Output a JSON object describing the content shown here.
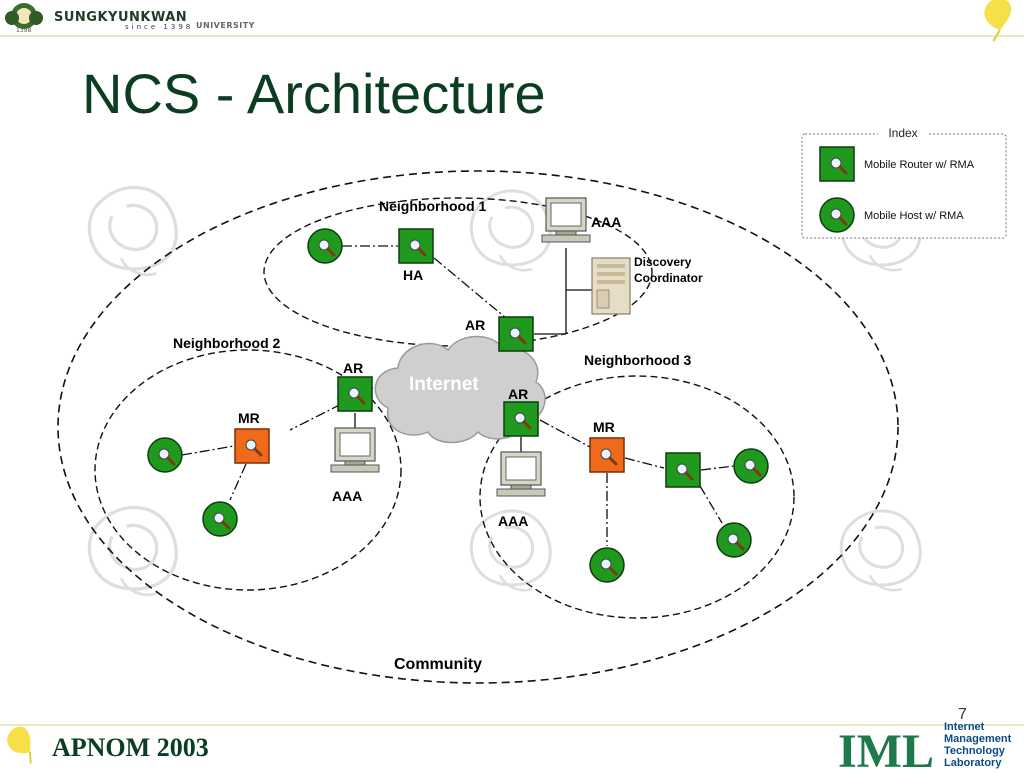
{
  "header": {
    "university_name": "SUNGKYUNKWAN",
    "since_text": "since 1398",
    "university_word": "UNIVERSITY",
    "seal_year": "1398"
  },
  "title": "NCS - Architecture",
  "index": {
    "title": "Index",
    "items": [
      {
        "icon": "mobile-router-icon",
        "label": "Mobile Router w/ RMA"
      },
      {
        "icon": "mobile-host-icon",
        "label": "Mobile Host w/ RMA"
      }
    ]
  },
  "diagram": {
    "cloud_label": "Internet",
    "community_label": "Community",
    "neighborhood_1": {
      "label": "Neighborhood 1",
      "ha_label": "HA",
      "aaa_label": "AAA",
      "discovery_label": "Discovery\nCoordinator",
      "ar_label": "AR"
    },
    "neighborhood_2": {
      "label": "Neighborhood 2",
      "ar_label": "AR",
      "mr_label": "MR",
      "aaa_label": "AAA"
    },
    "neighborhood_3": {
      "label": "Neighborhood 3",
      "ar_label": "AR",
      "mr_label": "MR",
      "aaa_label": "AAA"
    }
  },
  "colors": {
    "router_green": "#1f9a1f",
    "mr_orange": "#f06a1c",
    "title_green": "#0b3d22",
    "accent_yellow": "#f6e04a"
  },
  "footer": {
    "conference": "APNOM 2003",
    "page_number": "7",
    "lab_logo_text": "IML",
    "lab_lines": [
      "Internet",
      "Management",
      "Technology",
      "Laboratory"
    ]
  }
}
